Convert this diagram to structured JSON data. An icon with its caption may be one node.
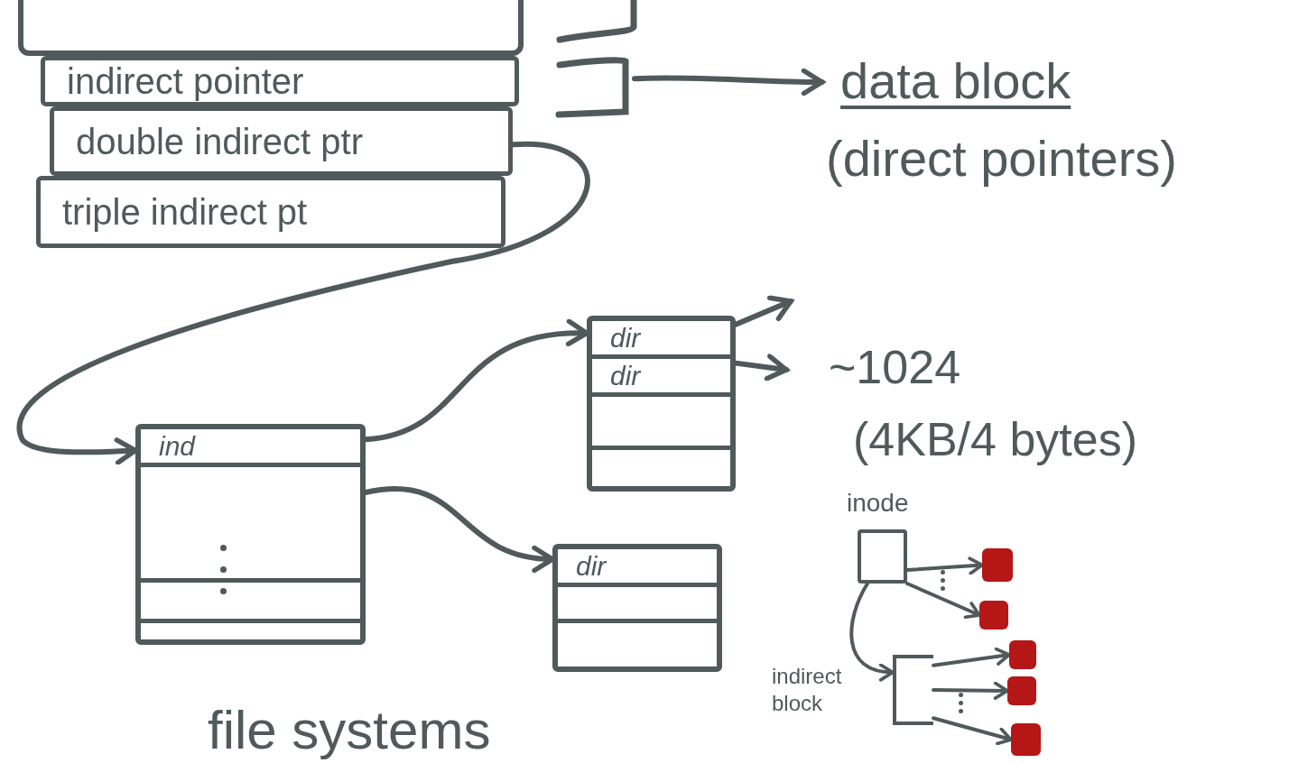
{
  "diagram": {
    "nodes": [
      {
        "text": [],
        "shape": "box"
      },
      {
        "text": [
          "indirect pointer"
        ]
      },
      {
        "text": [
          "double indirect ptr"
        ]
      },
      {
        "text": [
          "triple indirect pt"
        ]
      },
      {
        "text": [
          "data block",
          "(direct pointers)"
        ]
      },
      {
        "text": [
          "ind"
        ]
      },
      {
        "text": [
          "dir",
          "dir"
        ]
      },
      {
        "text": [
          "dir"
        ]
      },
      {
        "text": [
          "inode"
        ]
      },
      {
        "text": [],
        "shape": "box"
      },
      {
        "text": [],
        "shape": "box"
      },
      {
        "text": [
          "indirect block"
        ]
      },
      {
        "text": [],
        "shape": "box"
      },
      {
        "text": [],
        "shape": "box"
      },
      {
        "text": [],
        "shape": "box"
      },
      {
        "text": [],
        "shape": "bracket"
      }
    ],
    "edges": [
      {
        "from": 15,
        "to": 4,
        "arrow": "to"
      },
      {
        "from": 2,
        "to": 5,
        "arrow": "to"
      },
      {
        "from": 5,
        "to": 6,
        "arrow": "to"
      },
      {
        "from": 5,
        "to": 7,
        "arrow": "to"
      },
      {
        "from": 6,
        "to": null,
        "arrow": "to"
      },
      {
        "from": 6,
        "to": null,
        "arrow": "to"
      },
      {
        "from": 8,
        "to": 9,
        "arrow": "to"
      },
      {
        "from": 8,
        "to": 10,
        "arrow": "to"
      },
      {
        "from": 8,
        "to": 11,
        "arrow": "to"
      },
      {
        "from": 11,
        "to": 12,
        "arrow": "to"
      },
      {
        "from": 11,
        "to": 13,
        "arrow": "to"
      },
      {
        "from": 11,
        "to": 14,
        "arrow": "to"
      }
    ],
    "labels": [
      "~1024",
      "(4KB/4 bytes)",
      "file systems"
    ]
  }
}
